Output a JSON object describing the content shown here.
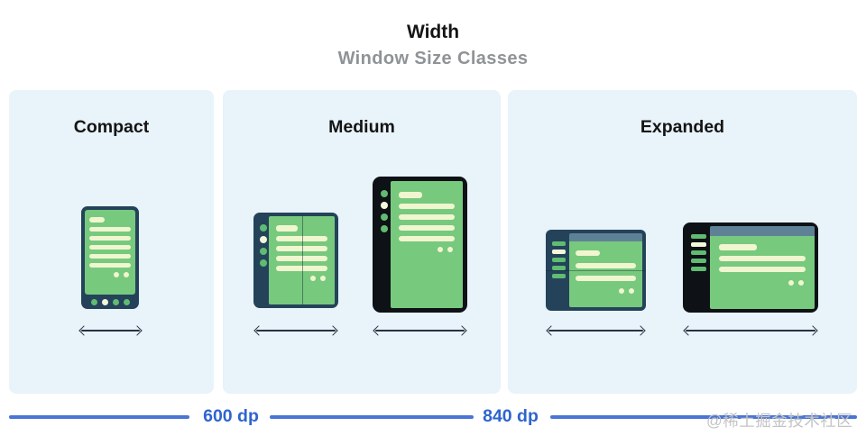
{
  "header": {
    "title": "Width",
    "subtitle": "Window Size Classes"
  },
  "panels": [
    {
      "id": "compact",
      "label": "Compact",
      "illustration": "phone-illustration"
    },
    {
      "id": "medium",
      "label": "Medium",
      "illustrations": [
        "foldable-portrait-illustration",
        "tablet-portrait-illustration"
      ]
    },
    {
      "id": "expanded",
      "label": "Expanded",
      "illustrations": [
        "foldable-landscape-illustration",
        "laptop-landscape-illustration"
      ]
    }
  ],
  "breakpoints": [
    {
      "label": "600 dp"
    },
    {
      "label": "840 dp"
    }
  ],
  "watermark": "@稀土掘金技术社区",
  "icons": {
    "width_arrow": "double-headed-horizontal-arrow"
  },
  "colors": {
    "panel_bg": "#e8f3fa",
    "device_navy": "#24435a",
    "device_black": "#0e1116",
    "screen_green": "#77c97e",
    "content_cream": "#f0f6cf",
    "dot_green": "#5fbc71",
    "dot_cream": "#f3f8d9",
    "topbar_slate": "#5f8195",
    "arrow": "#27333f",
    "rule_blue": "#4a75d6",
    "label_blue": "#2e64d0",
    "subtitle_gray": "#8f9396",
    "watermark_gray": "#c4c4c4"
  }
}
